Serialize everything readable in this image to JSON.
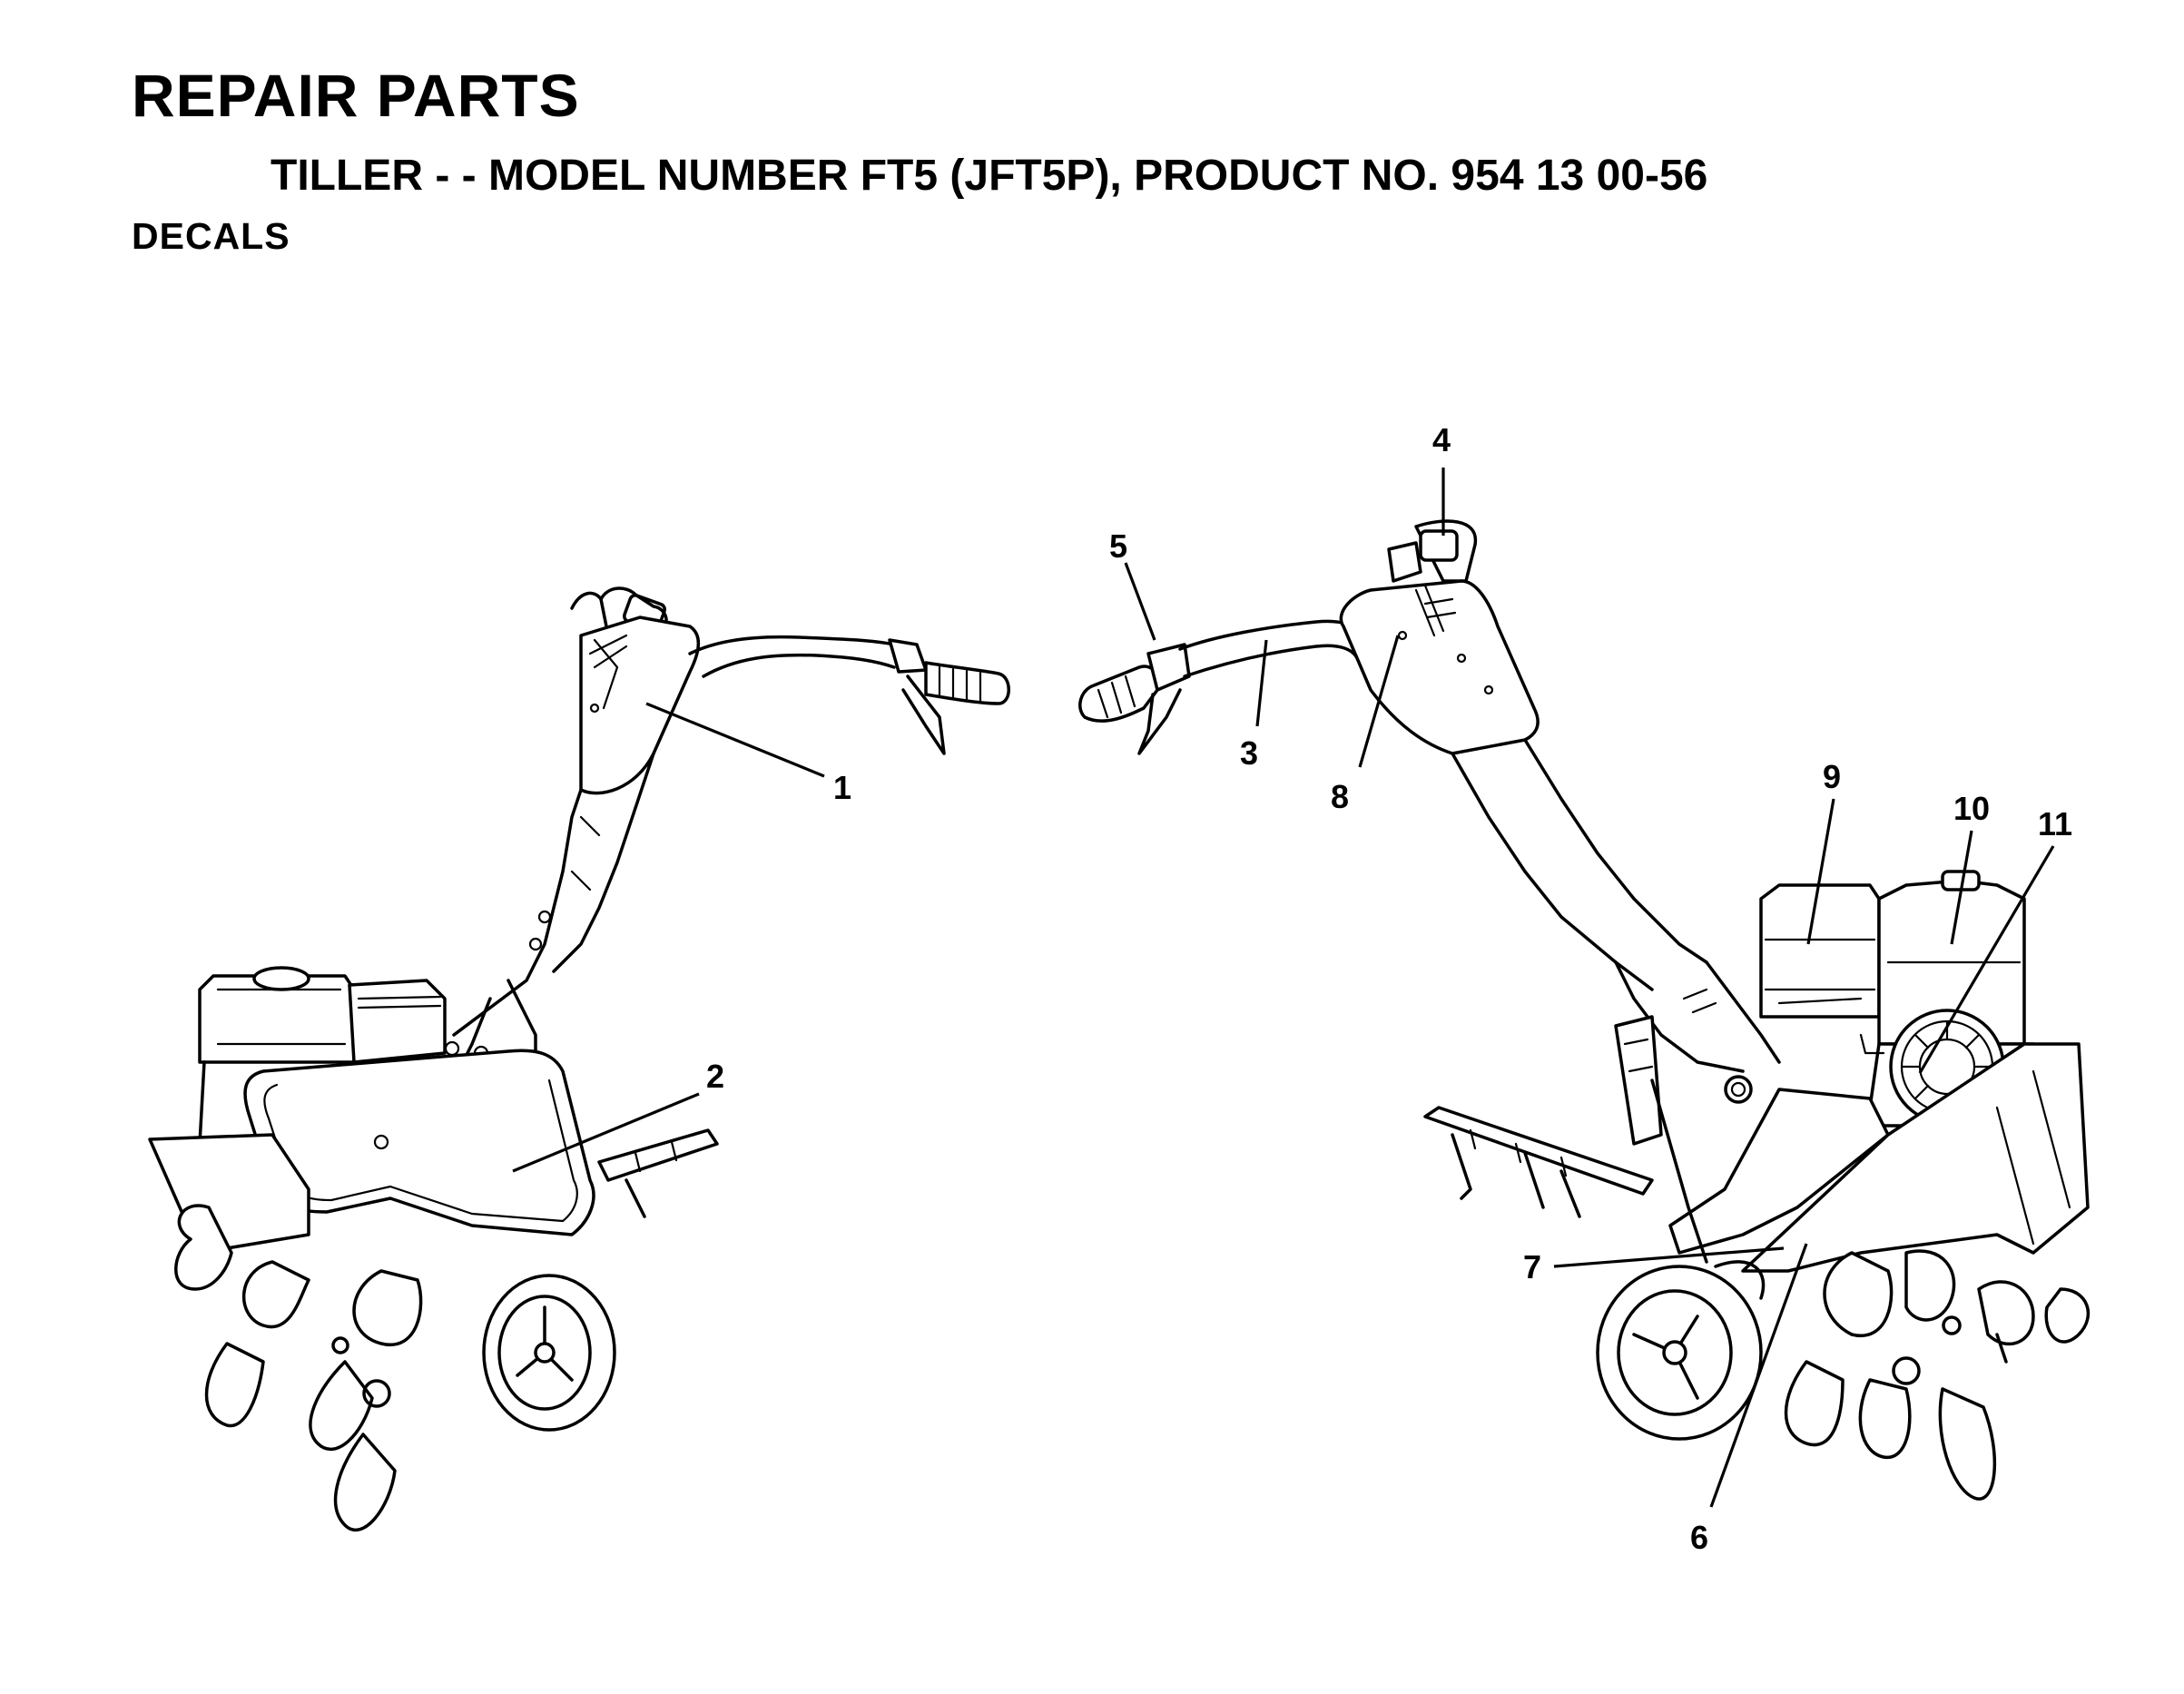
{
  "header": {
    "title": "REPAIR PARTS",
    "subtitle": "TILLER - - MODEL NUMBER FT5 (JFT5P), PRODUCT NO. 954 13 00-56",
    "section": "DECALS"
  },
  "callouts": {
    "c1": "1",
    "c2": "2",
    "c3": "3",
    "c4": "4",
    "c5": "5",
    "c6": "6",
    "c7": "7",
    "c8": "8",
    "c9": "9",
    "c10": "10",
    "c11": "11"
  }
}
